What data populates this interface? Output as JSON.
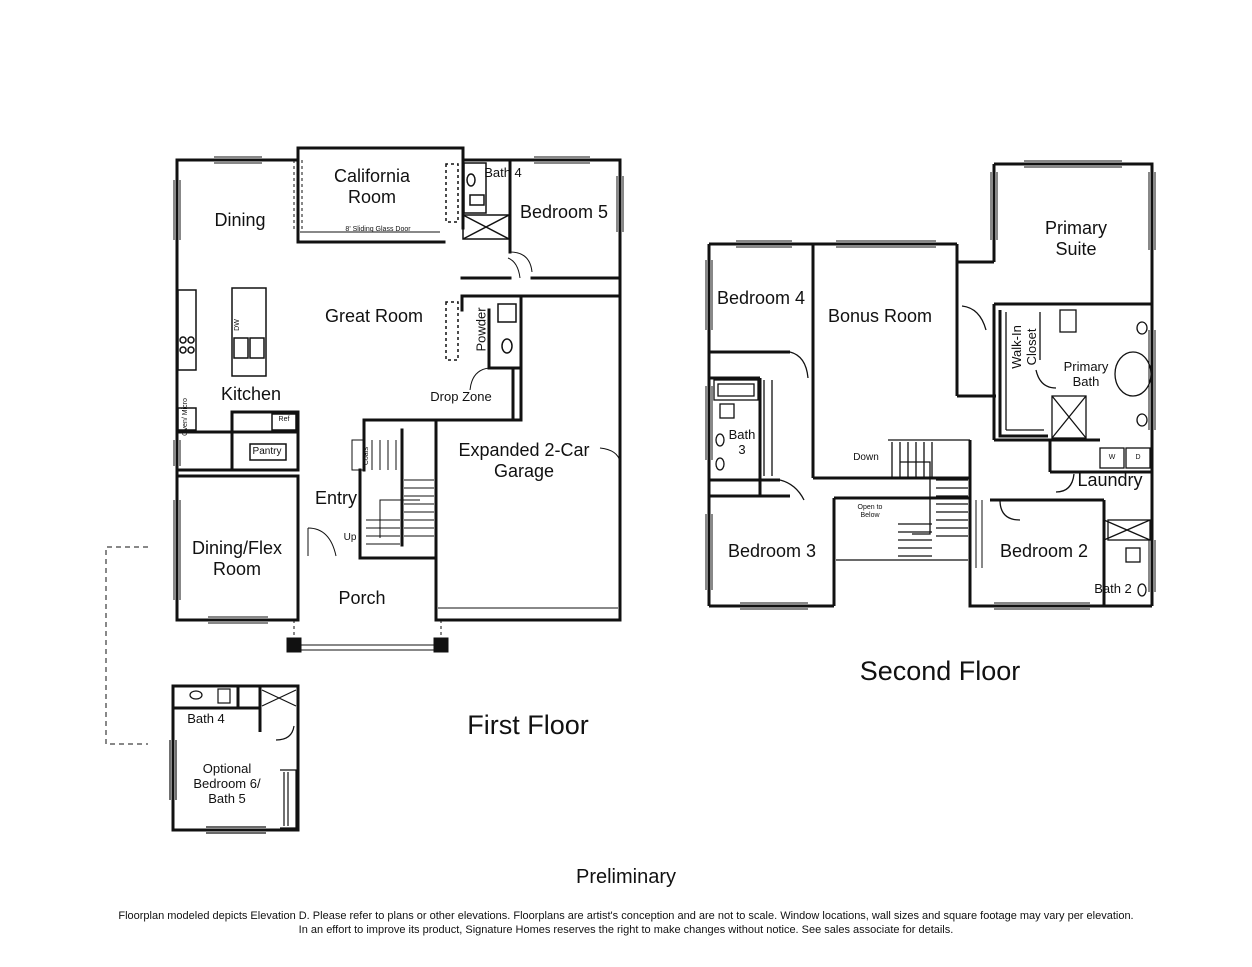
{
  "first_floor": {
    "title": "First Floor",
    "rooms": {
      "california_room": "California Room",
      "sliding_door": "8' Sliding Glass Door",
      "dining": "Dining",
      "great_room": "Great Room",
      "kitchen": "Kitchen",
      "pantry": "Pantry",
      "ref": "Ref",
      "oven": "Oven/ Micro",
      "dw": "DW",
      "bath_4": "Bath 4",
      "bedroom_5": "Bedroom 5",
      "powder": "Powder",
      "drop_zone": "Drop Zone",
      "garage": "Expanded 2-Car Garage",
      "entry": "Entry",
      "coats": "Coats",
      "up": "Up",
      "dining_flex": "Dining/Flex Room",
      "porch": "Porch"
    },
    "optional": {
      "bath_4": "Bath 4",
      "bedroom": "Optional Bedroom 6/ Bath 5"
    }
  },
  "second_floor": {
    "title": "Second Floor",
    "rooms": {
      "primary_suite": "Primary Suite",
      "bedroom_4": "Bedroom 4",
      "bonus_room": "Bonus Room",
      "walk_in_closet": "Walk-In Closet",
      "primary_bath": "Primary Bath",
      "bath_3": "Bath 3",
      "down": "Down",
      "open_to_below": "Open to Below",
      "laundry": "Laundry",
      "w": "W",
      "d": "D",
      "bedroom_3": "Bedroom 3",
      "bedroom_2": "Bedroom 2",
      "bath_2": "Bath 2"
    }
  },
  "preliminary": "Preliminary",
  "disclaimer": {
    "line1": "Floorplan modeled depicts Elevation D. Please refer to plans or other elevations. Floorplans are artist's conception and are not to scale. Window locations, wall sizes and square footage may vary per elevation.",
    "line2": "In an effort to improve its product, Signature Homes reserves the right to make changes without notice. See sales associate for details."
  }
}
